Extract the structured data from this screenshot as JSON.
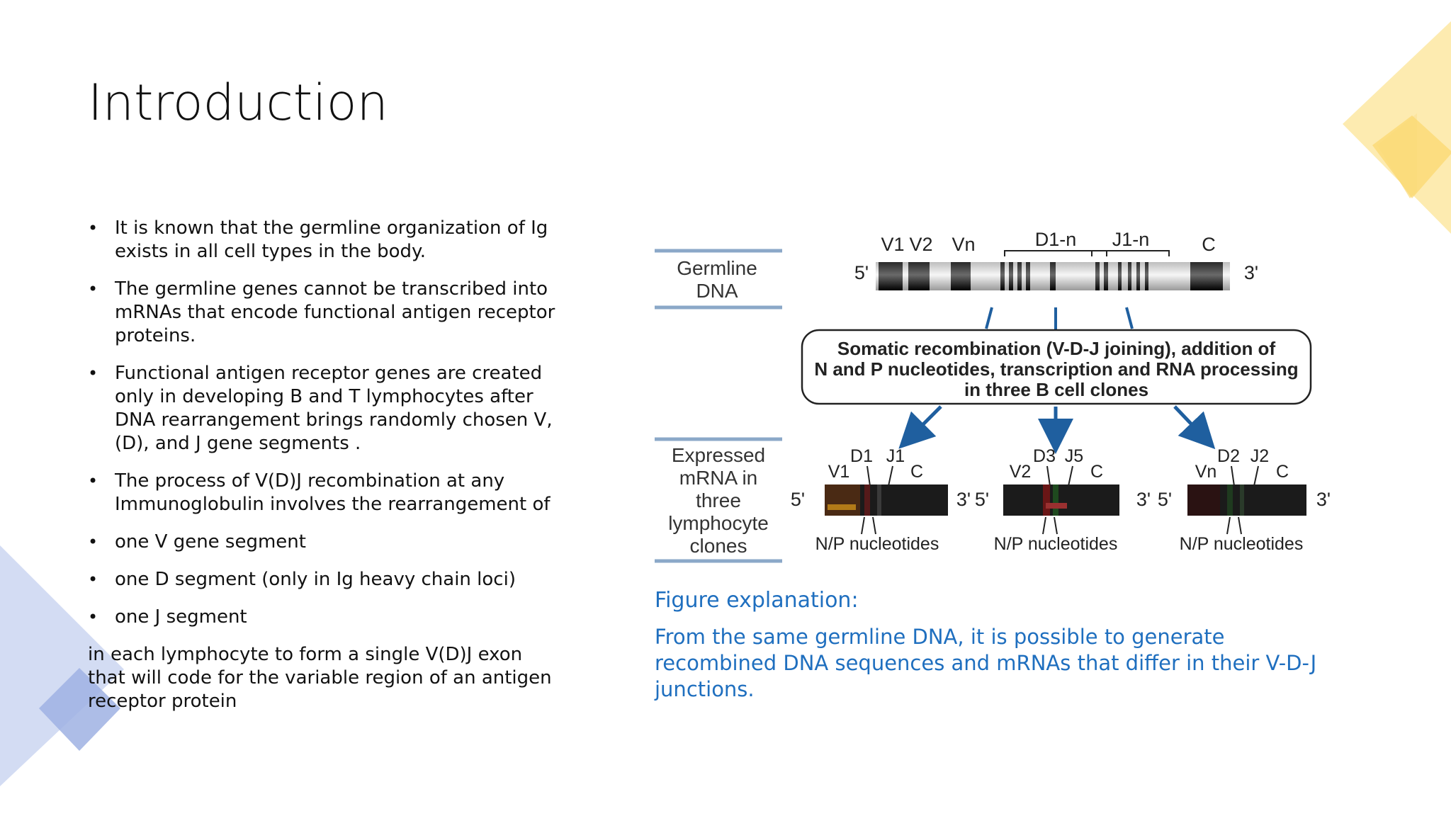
{
  "slide": {
    "title": "Introduction",
    "bullets": [
      "It is known that the germline organization of Ig exists in all cell types in the body.",
      "The germline genes cannot be transcribed into mRNAs  that encode functional antigen receptor proteins.",
      "Functional antigen receptor genes are created only in developing B and T lymphocytes after DNA rearrangement brings randomly chosen V, (D), and J gene segments .",
      "The process of V(D)J recombination at any Immunoglobulin involves the rearrangement of",
      "one V gene segment",
      "one D segment (only in Ig heavy chain loci)",
      "one J segment"
    ],
    "closing_text": "in each lymphocyte to form a single V(D)J exon that will code for the variable region of an antigen receptor protein"
  },
  "figure": {
    "germline_label_line1": "Germline",
    "germline_label_line2": "DNA",
    "gene_labels": {
      "v1": "V1",
      "v2": "V2",
      "vn": "Vn",
      "d": "D1-n",
      "j": "J1-n",
      "c": "C"
    },
    "five_prime": "5'",
    "three_prime": "3'",
    "process_box": [
      "Somatic recombination (V-D-J joining), addition of",
      "N and P nucleotides, transcription and RNA processing",
      "in three B cell clones"
    ],
    "expressed_label": [
      "Expressed",
      "mRNA in",
      "three",
      "lymphocyte",
      "clones"
    ],
    "clones": [
      {
        "d": "D1",
        "j": "J1",
        "v": "V1",
        "c": "C",
        "np": "N/P nucleotides"
      },
      {
        "d": "D3",
        "j": "J5",
        "v": "V2",
        "c": "C",
        "np": "N/P nucleotides"
      },
      {
        "d": "D2",
        "j": "J2",
        "v": "Vn",
        "c": "C",
        "np": "N/P nucleotides"
      }
    ]
  },
  "caption": {
    "heading": "Figure explanation:",
    "body": "From the same germline DNA, it is possible  to generate recombined DNA sequences and mRNAs that differ in their V-D-J junctions."
  },
  "colors": {
    "caption_blue": "#1f6fbf",
    "deco_yellow": "#fde9a6",
    "deco_yellow_dark": "#fbd870",
    "deco_blue": "#c9d3f0",
    "deco_blue_dark": "#9fb1e3",
    "arrow_blue": "#1f5f9f"
  }
}
